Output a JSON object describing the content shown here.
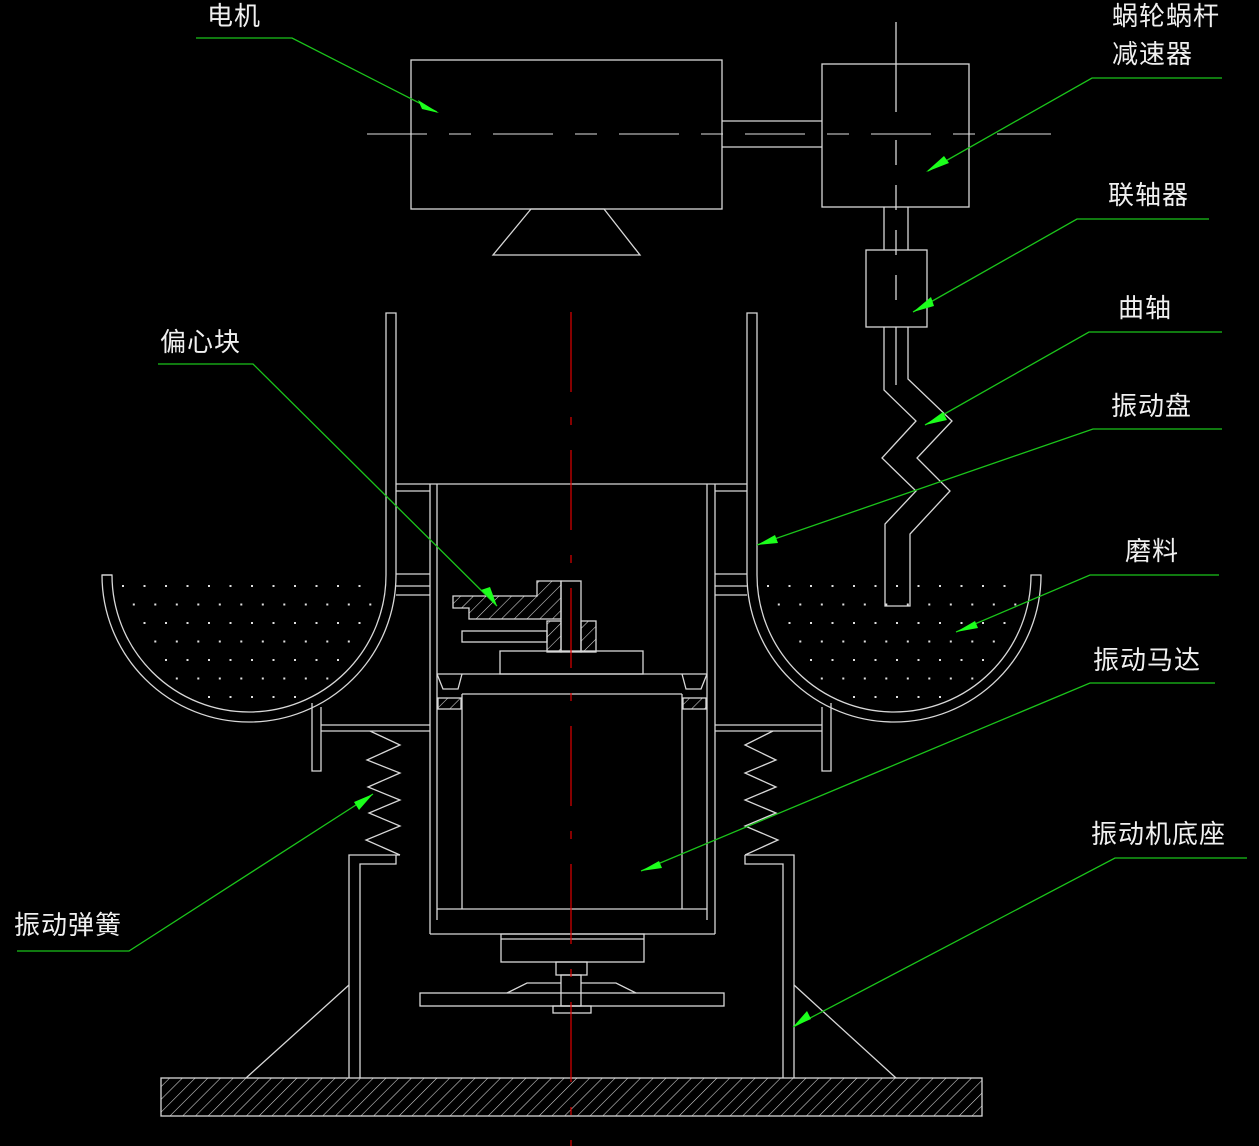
{
  "title": "振动研磨机结构示意图",
  "labels": {
    "motor": "电机",
    "worm_reducer_line1": "蜗轮蜗杆",
    "worm_reducer_line2": "减速器",
    "coupling": "联轴器",
    "crankshaft": "曲轴",
    "eccentric_block": "偏心块",
    "vibration_disc": "振动盘",
    "abrasive": "磨料",
    "vibration_motor": "振动马达",
    "vibration_spring": "振动弹簧",
    "vibration_base": "振动机底座"
  },
  "colors": {
    "background": "#000000",
    "line": "#d8d8d8",
    "leader": "#1bc41b",
    "arrowhead": "#1cff1c",
    "centerline": "#e00000"
  }
}
